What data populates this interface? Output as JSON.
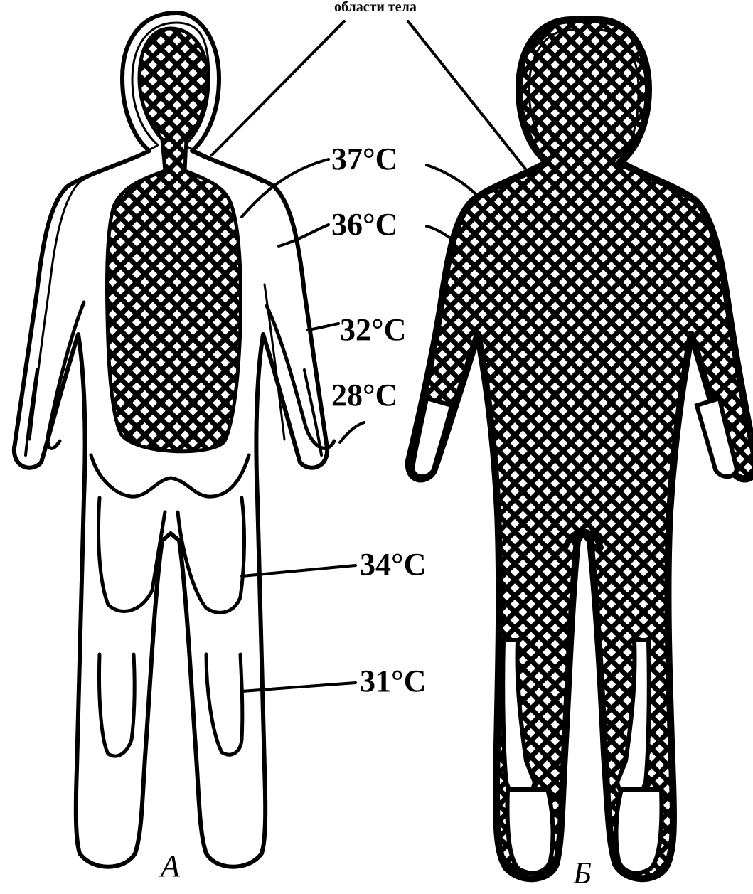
{
  "header_label": "области тела",
  "temperature_labels": {
    "t37": "37°C",
    "t36": "36°C",
    "t32": "32°C",
    "t28": "28°C",
    "t34": "34°C",
    "t31": "31°C"
  },
  "figure_labels": {
    "left": "А",
    "right": "Б"
  },
  "colors": {
    "ink": "#000000",
    "paper": "#ffffff"
  }
}
